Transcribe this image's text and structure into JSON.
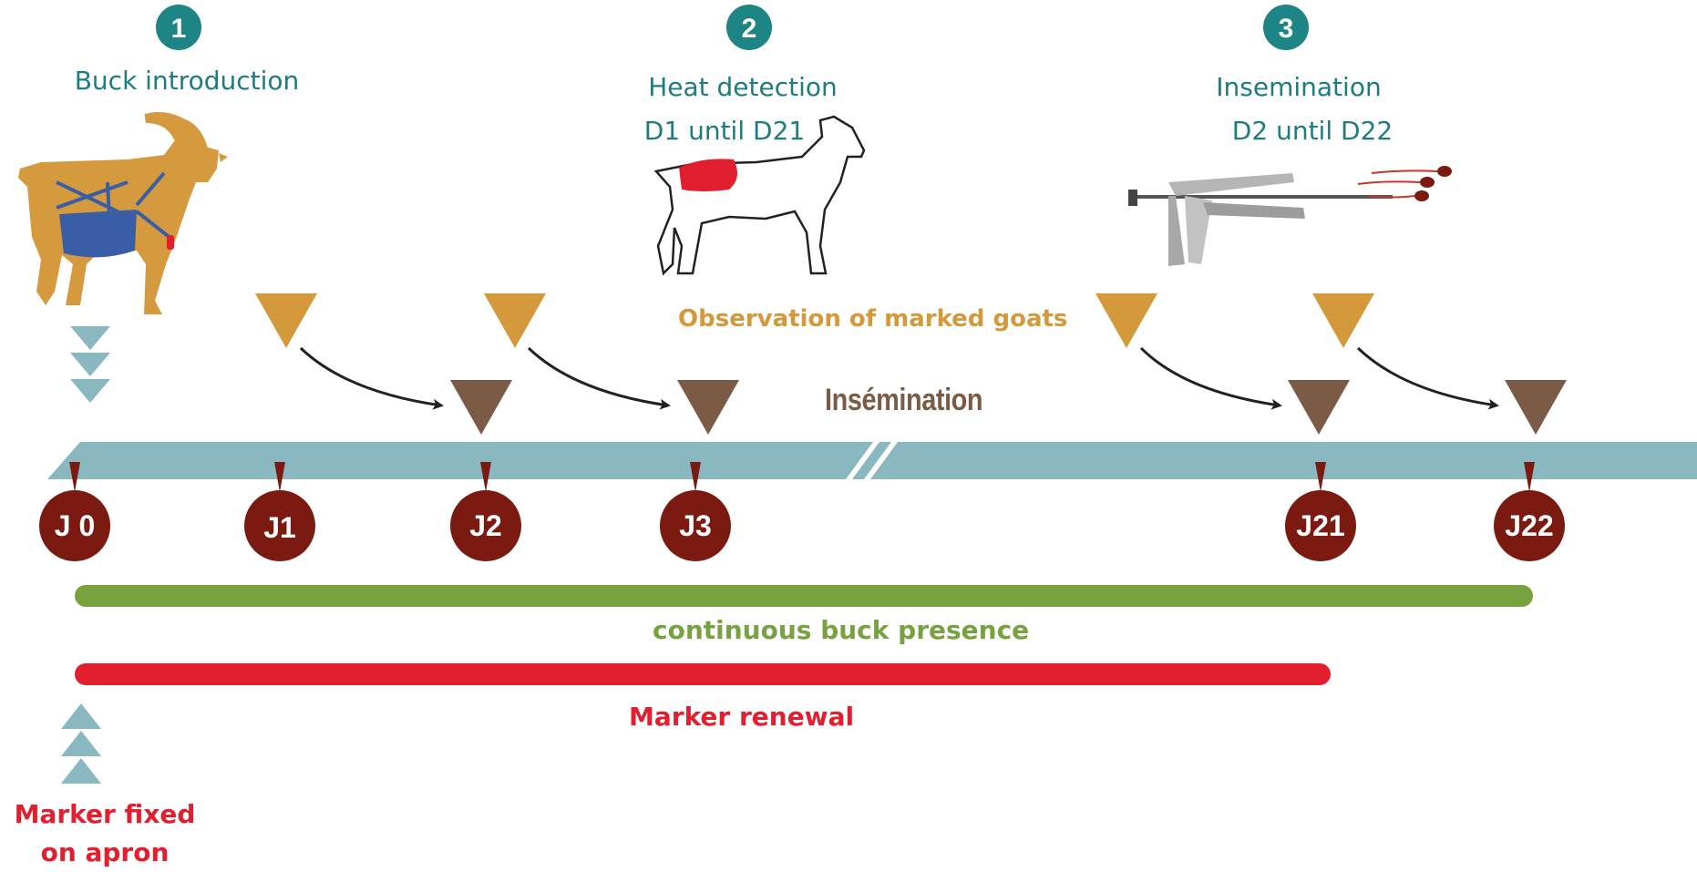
{
  "steps": [
    {
      "number": "1",
      "title": "Buck introduction",
      "subtitle": ""
    },
    {
      "number": "2",
      "title": "Heat detection",
      "subtitle": "D1 until D21"
    },
    {
      "number": "3",
      "title": "Insemination",
      "subtitle": "D2 until D22"
    }
  ],
  "days": [
    "J 0",
    "J1",
    "J2",
    "J3",
    "J21",
    "J22"
  ],
  "labels": {
    "observation": "Observation of marked goats",
    "insemination": "Insémination",
    "continuous": "continuous buck presence",
    "renewal": "Marker renewal",
    "marker_fixed": "Marker fixed on apron"
  },
  "colors": {
    "teal": "#1e8585",
    "timeline": "#8ab8c1",
    "observation": "#d4993a",
    "insemination": "#7b5b45",
    "day_pin": "#7b1a10",
    "green": "#77a23f",
    "red": "#e11f2f"
  },
  "icons": [
    "goat-with-apron-icon",
    "goat-outline-icon",
    "insemination-gun-icon"
  ]
}
